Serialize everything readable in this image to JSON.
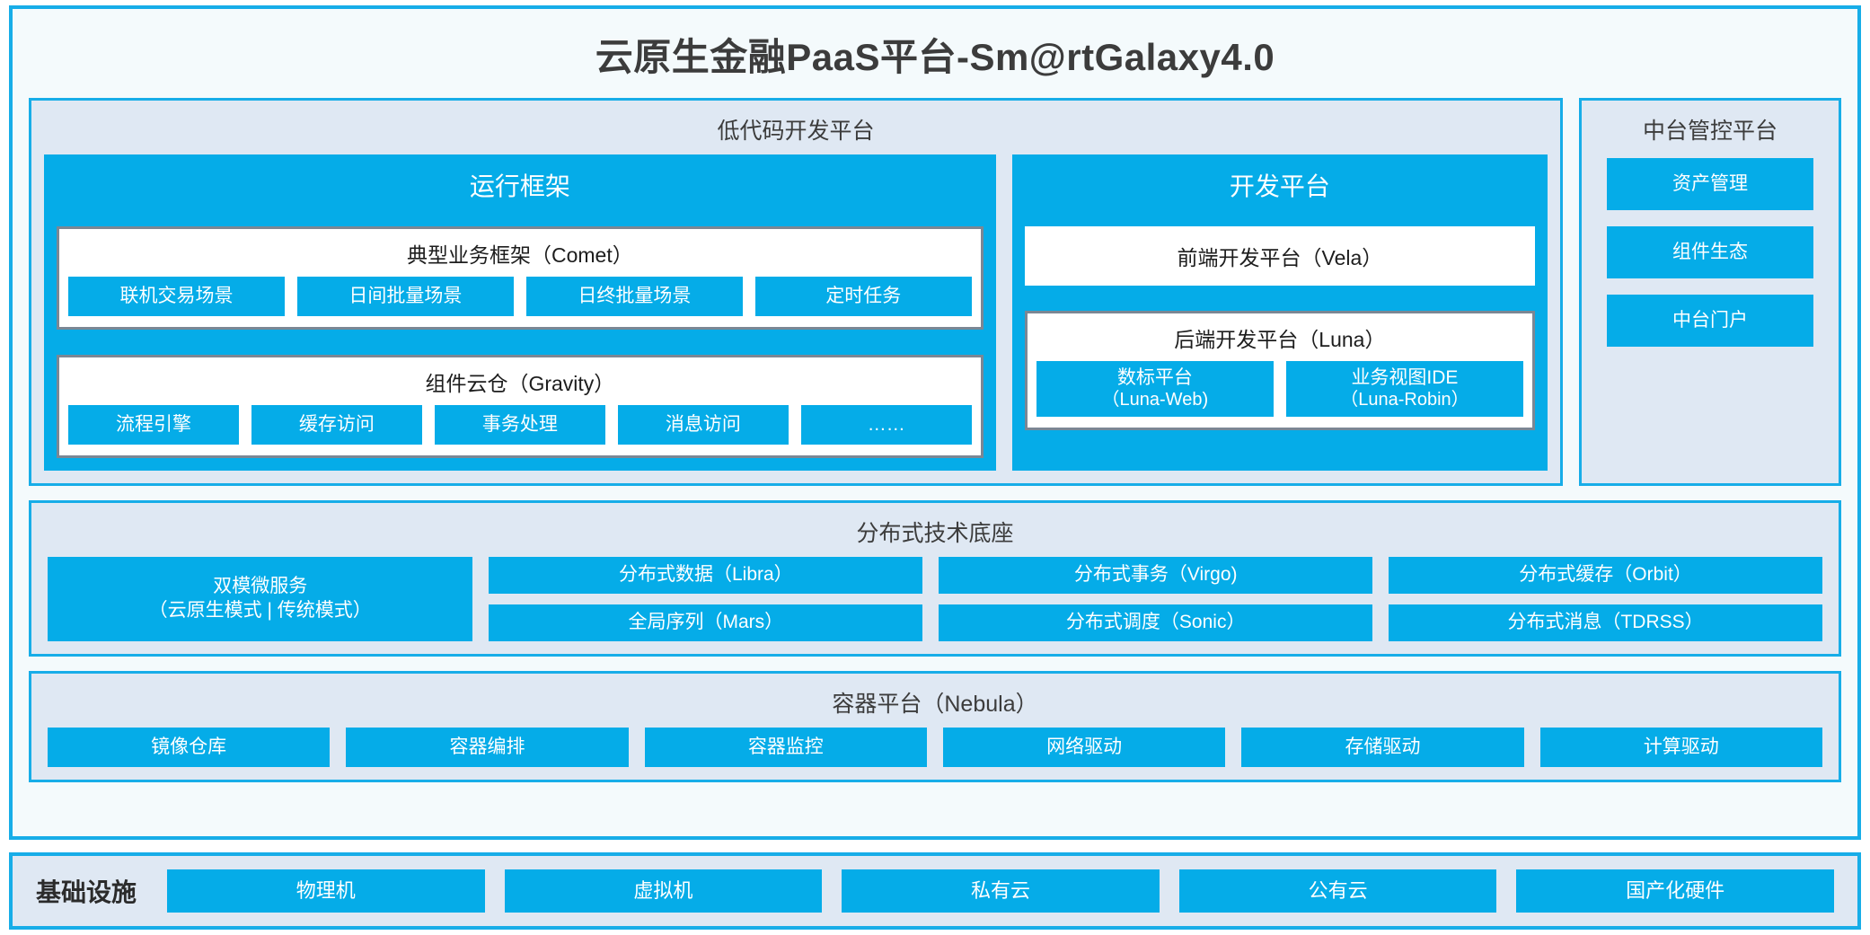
{
  "title": "云原生金融PaaS平台-Sm@rtGalaxy4.0",
  "colors": {
    "accent_blue": "#05ACE8",
    "frame_blue": "#17ADE8",
    "panel_bg": "#DFE8F3",
    "card_border_gray": "#7B8794",
    "page_bg": "#F4FAFC",
    "text_dark": "#3C3C3C"
  },
  "lowcode": {
    "title": "低代码开发平台",
    "runtime": {
      "title": "运行框架",
      "comet": {
        "title": "典型业务框架（Comet）",
        "items": [
          "联机交易场景",
          "日间批量场景",
          "日终批量场景",
          "定时任务"
        ]
      },
      "gravity": {
        "title": "组件云仓（Gravity）",
        "items": [
          "流程引擎",
          "缓存访问",
          "事务处理",
          "消息访问",
          "……"
        ]
      }
    },
    "devplatform": {
      "title": "开发平台",
      "frontend": "前端开发平台（Vela）",
      "backend": {
        "title": "后端开发平台（Luna）",
        "items": [
          {
            "line1": "数标平台",
            "line2": "（Luna-Web)"
          },
          {
            "line1": "业务视图IDE",
            "line2": "（Luna-Robin）"
          }
        ]
      }
    }
  },
  "midplatform": {
    "title": "中台管控平台",
    "items": [
      "资产管理",
      "组件生态",
      "中台门户"
    ]
  },
  "base": {
    "title": "分布式技术底座",
    "microservice": {
      "line1": "双模微服务",
      "line2": "（云原生模式 | 传统模式）"
    },
    "columns": [
      [
        "分布式数据（Libra）",
        "全局序列（Mars）"
      ],
      [
        "分布式事务（Virgo)",
        "分布式调度（Sonic）"
      ],
      [
        "分布式缓存（Orbit）",
        "分布式消息（TDRSS）"
      ]
    ]
  },
  "container": {
    "title": "容器平台（Nebula）",
    "items": [
      "镜像仓库",
      "容器编排",
      "容器监控",
      "网络驱动",
      "存储驱动",
      "计算驱动"
    ]
  },
  "infrastructure": {
    "label": "基础设施",
    "items": [
      "物理机",
      "虚拟机",
      "私有云",
      "公有云",
      "国产化硬件"
    ]
  }
}
